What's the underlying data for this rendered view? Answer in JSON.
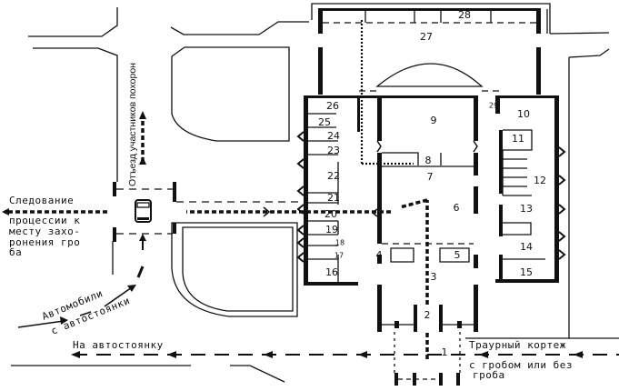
{
  "diagram": {
    "type": "floor-plan",
    "subject": "Funeral hall building plan with procession routes",
    "rooms": [
      {
        "id": "1",
        "label": "1"
      },
      {
        "id": "2",
        "label": "2"
      },
      {
        "id": "3",
        "label": "3"
      },
      {
        "id": "4",
        "label": "4"
      },
      {
        "id": "5",
        "label": "5"
      },
      {
        "id": "6",
        "label": "6"
      },
      {
        "id": "7",
        "label": "7"
      },
      {
        "id": "8",
        "label": "8"
      },
      {
        "id": "9",
        "label": "9"
      },
      {
        "id": "10",
        "label": "10"
      },
      {
        "id": "11",
        "label": "11"
      },
      {
        "id": "12",
        "label": "12"
      },
      {
        "id": "13",
        "label": "13"
      },
      {
        "id": "14",
        "label": "14"
      },
      {
        "id": "15",
        "label": "15"
      },
      {
        "id": "16",
        "label": "16"
      },
      {
        "id": "17",
        "label": "17"
      },
      {
        "id": "18",
        "label": "18"
      },
      {
        "id": "19",
        "label": "19"
      },
      {
        "id": "20",
        "label": "20"
      },
      {
        "id": "21",
        "label": "21"
      },
      {
        "id": "22",
        "label": "22"
      },
      {
        "id": "23",
        "label": "23"
      },
      {
        "id": "24",
        "label": "24"
      },
      {
        "id": "25",
        "label": "25"
      },
      {
        "id": "26",
        "label": "26"
      },
      {
        "id": "27",
        "label": "27"
      },
      {
        "id": "28",
        "label": "28"
      },
      {
        "id": "29",
        "label": "29"
      }
    ],
    "annotations": {
      "departure_participants": "Отъезд участников похорон",
      "procession_line1": "Следование",
      "procession_line2": "процессии к",
      "procession_line3": "месту захо-",
      "procession_line4": "ронения гро",
      "procession_line5": "ба",
      "cars_line1": "Автомобили",
      "cars_line2": "с автостоянки",
      "to_parking": "На автостоянку",
      "cortege_line1": "Траурный кортеж",
      "cortege_line2": "с гробом или без",
      "cortege_line3": "гроба"
    }
  }
}
